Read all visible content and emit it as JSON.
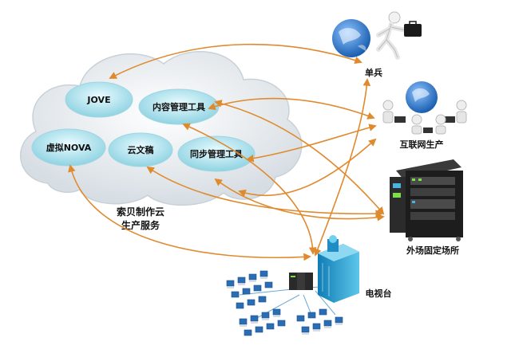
{
  "cloud": {
    "caption_line1": "索贝制作云",
    "caption_line2": "生产服务",
    "services": [
      {
        "key": "jove",
        "label": "JOVE"
      },
      {
        "key": "content-mgmt",
        "label": "内容管理工具"
      },
      {
        "key": "virtual-nova",
        "label": "虚拟NOVA"
      },
      {
        "key": "cloud-draft",
        "label": "云文稿"
      },
      {
        "key": "sync-mgmt",
        "label": "同步管理工具"
      }
    ]
  },
  "nodes": [
    {
      "key": "single-soldier",
      "label": "单兵",
      "icon": "globe-runner-icon"
    },
    {
      "key": "internet-production",
      "label": "互联网生产",
      "icon": "globe-team-icon"
    },
    {
      "key": "field-site",
      "label": "外场固定场所",
      "icon": "equipment-rack-icon"
    },
    {
      "key": "tv-station",
      "label": "电视台",
      "icon": "tv-station-network-icon"
    }
  ],
  "colors": {
    "arrow": "#e08a2e",
    "cloud_fill": "#e9eef2",
    "bubble": "#bfe8ef",
    "globe": "#2a74c9"
  }
}
